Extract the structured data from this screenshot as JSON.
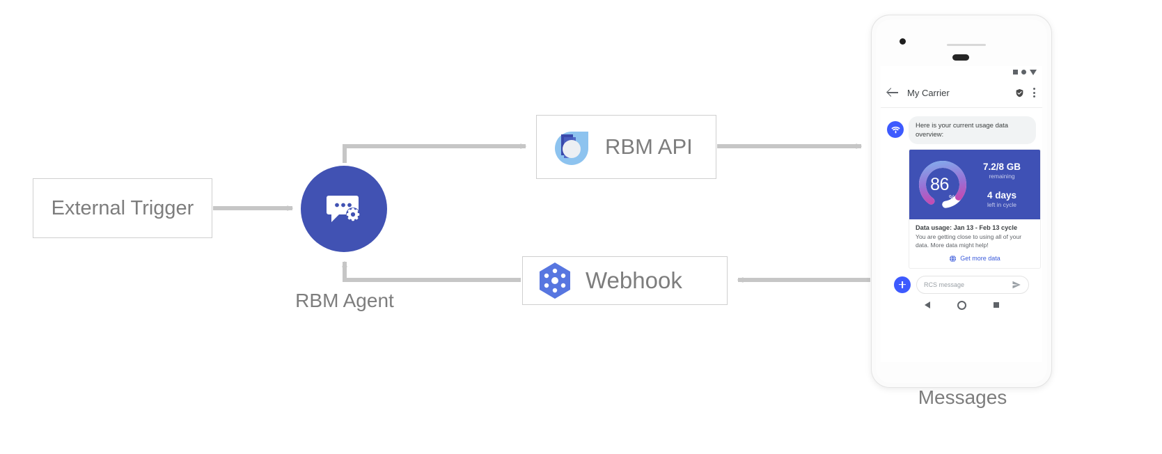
{
  "diagram": {
    "external_trigger": {
      "label": "External Trigger"
    },
    "agent": {
      "label": "RBM Agent",
      "icon": "chat-gear-icon",
      "color": "#4152b3"
    },
    "rbm_api": {
      "label": "RBM API",
      "icon": "rbm-droplet-icon"
    },
    "webhook": {
      "label": "Webhook",
      "icon": "webhook-hexagon-icon"
    },
    "device_label": "Messages"
  },
  "phone": {
    "statusbar": {
      "icons": [
        "square-icon",
        "circle-icon",
        "triangle-icon"
      ]
    },
    "appbar": {
      "back": "back-arrow-icon",
      "title": "My Carrier",
      "verified": "verified-shield-icon",
      "overflow": "kebab-menu-icon"
    },
    "message": {
      "avatar": "carrier-wifi-avatar-icon",
      "text": "Here is your current usage data overview:"
    },
    "card": {
      "gauge": {
        "percent": "86",
        "percent_symbol": "%",
        "value_pct": 86,
        "track_color": "#ffffff",
        "gradient": [
          "#7fb3f0",
          "#9a6fd4",
          "#e0329a"
        ],
        "panel_color": "#3f51b5"
      },
      "stat_data": {
        "value": "7.2/8 GB",
        "caption": "remaining"
      },
      "stat_days": {
        "value": "4 days",
        "caption": "left in cycle"
      },
      "title": "Data usage: Jan 13 - Feb 13 cycle",
      "description": "You are getting close to using all of your data. More data might help!",
      "action": {
        "label": "Get more data",
        "icon": "globe-icon",
        "color": "#3b5bdb"
      }
    },
    "composer": {
      "plus": "plus-icon",
      "placeholder": "RCS message",
      "value": "",
      "send": "send-icon"
    },
    "navbar": {
      "back": "nav-back-icon",
      "home": "nav-home-icon",
      "recents": "nav-recents-icon"
    }
  }
}
